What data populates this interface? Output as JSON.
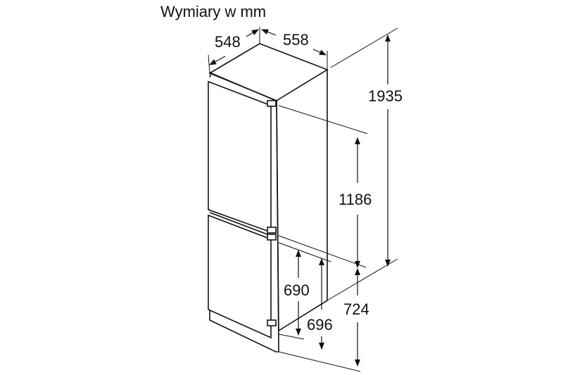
{
  "title": "Wymiary w mm",
  "dimensions": {
    "depth": "548",
    "width": "558",
    "height_total": "1935",
    "upper_door": "1186",
    "lower_door": "690",
    "lower_niche": "696",
    "lower_total": "724"
  },
  "colors": {
    "line": "#111111",
    "background": "#ffffff"
  }
}
